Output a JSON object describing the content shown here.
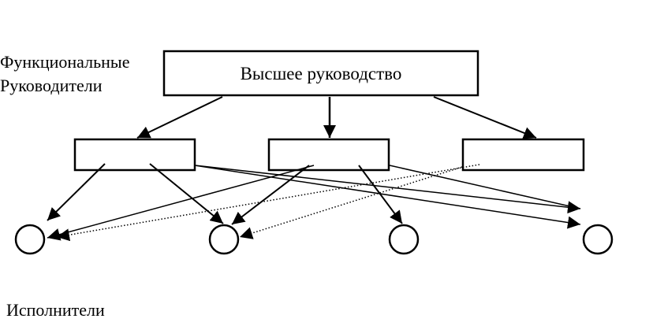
{
  "labels": {
    "functional_line1": "Функциональные",
    "functional_line2": "Руководители",
    "executors": "Исполнители"
  },
  "boxes": {
    "top": "Высшее руководство",
    "manager_1": "",
    "manager_2": "",
    "manager_3": ""
  },
  "colors": {
    "stroke": "#000000",
    "background": "#ffffff"
  }
}
